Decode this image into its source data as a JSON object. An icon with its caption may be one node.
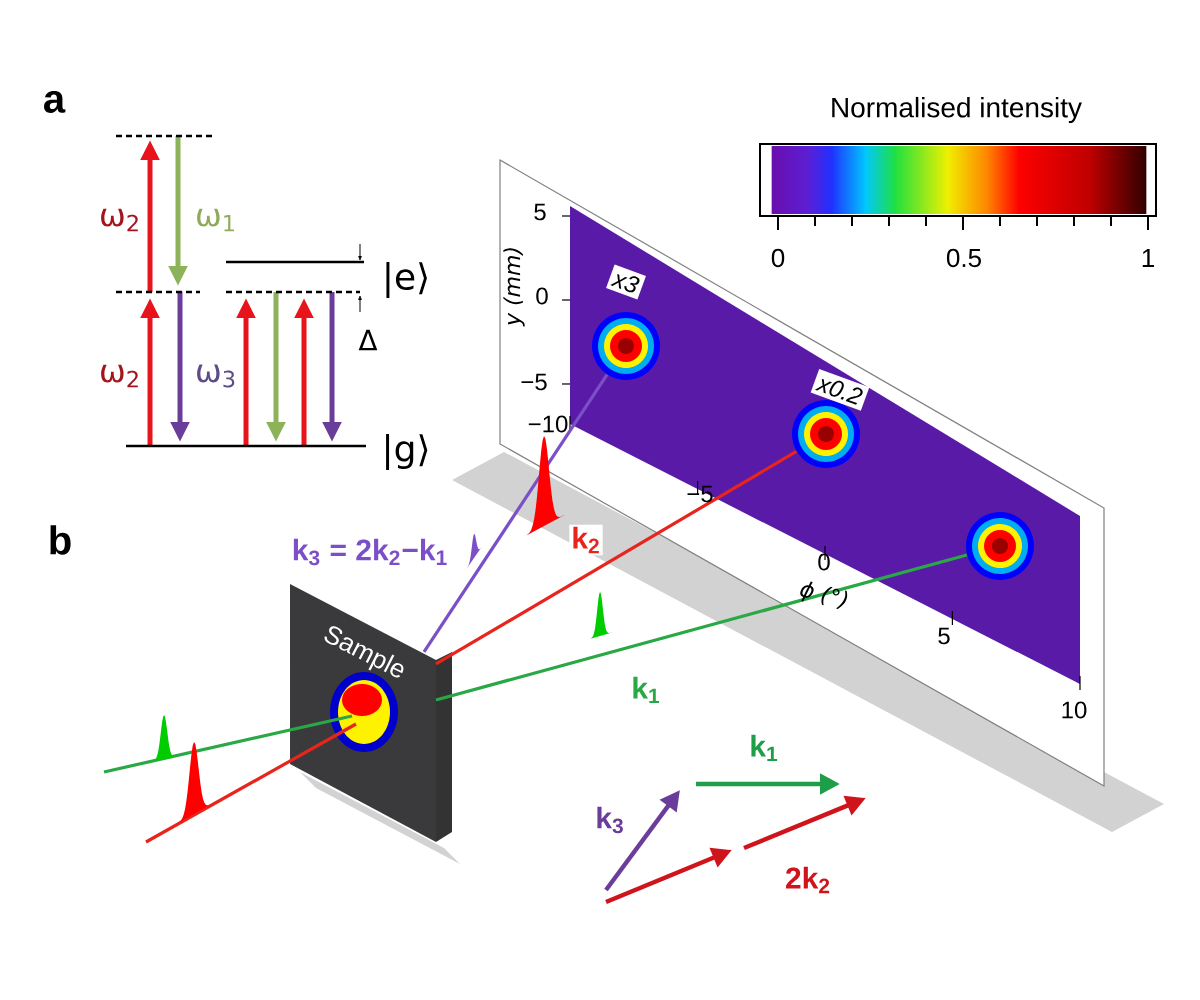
{
  "diagram": {
    "nodes": [
      {
        "text": [
          "Sample"
        ]
      },
      {
        "text": [],
        "shape": "circle",
        "beside": [
          "x3"
        ]
      },
      {
        "text": [],
        "shape": "circle",
        "beside": [
          "x0.2"
        ]
      },
      {
        "text": [],
        "shape": "circle"
      }
    ],
    "edges": [
      {
        "from": 0,
        "to": 1,
        "arrow": "none",
        "color": "#7b4fc7",
        "label": "k$_{3}$ = 2k$_{2}$−k$_{1}$"
      },
      {
        "from": 0,
        "to": 2,
        "arrow": "none",
        "color": "#e8251c",
        "label": "k$_{2}$"
      },
      {
        "from": 0,
        "to": 3,
        "arrow": "none",
        "color": "#29a845",
        "label": "k$_{1}$"
      },
      {
        "from": null,
        "to": 0,
        "arrow": "none",
        "color": "#29a845"
      },
      {
        "from": null,
        "to": 0,
        "arrow": "none",
        "color": "#e8251c"
      }
    ],
    "labels": [
      "Normalised intensity",
      "0",
      "0.5",
      "1",
      "a",
      "ω$_{2}$",
      "ω$_{1}$",
      "|e⟩",
      "ω$_{2}$",
      "ω$_{3}$",
      "Δ",
      "|g⟩",
      "y (mm)",
      "5",
      "0",
      "−5",
      "−10",
      "−5",
      "0",
      "ϕ (°)",
      "5",
      "10",
      "b",
      "k$_{1}$",
      "k$_{3}$",
      "2k$_{2}$"
    ]
  }
}
